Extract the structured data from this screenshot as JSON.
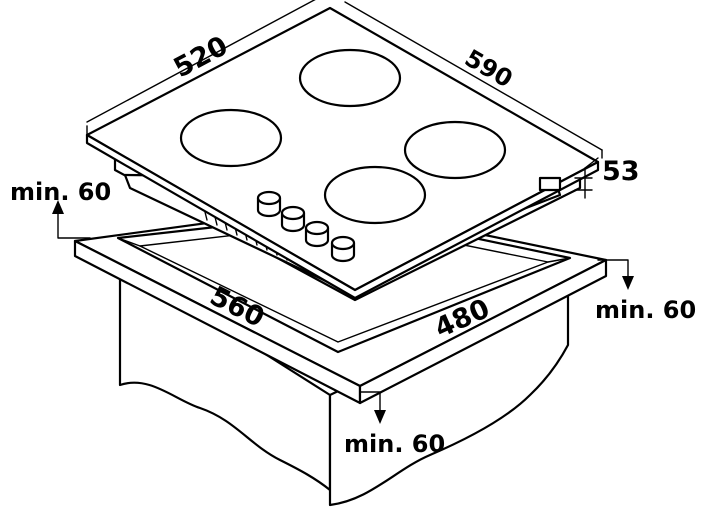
{
  "dimensions": {
    "hob_depth": "520",
    "hob_width": "590",
    "hob_height": "53",
    "cutout_width": "560",
    "cutout_depth": "480"
  },
  "clearances": {
    "left": "min. 60",
    "right": "min. 60",
    "front": "min. 60"
  },
  "colors": {
    "line": "#000000",
    "background": "#ffffff"
  }
}
